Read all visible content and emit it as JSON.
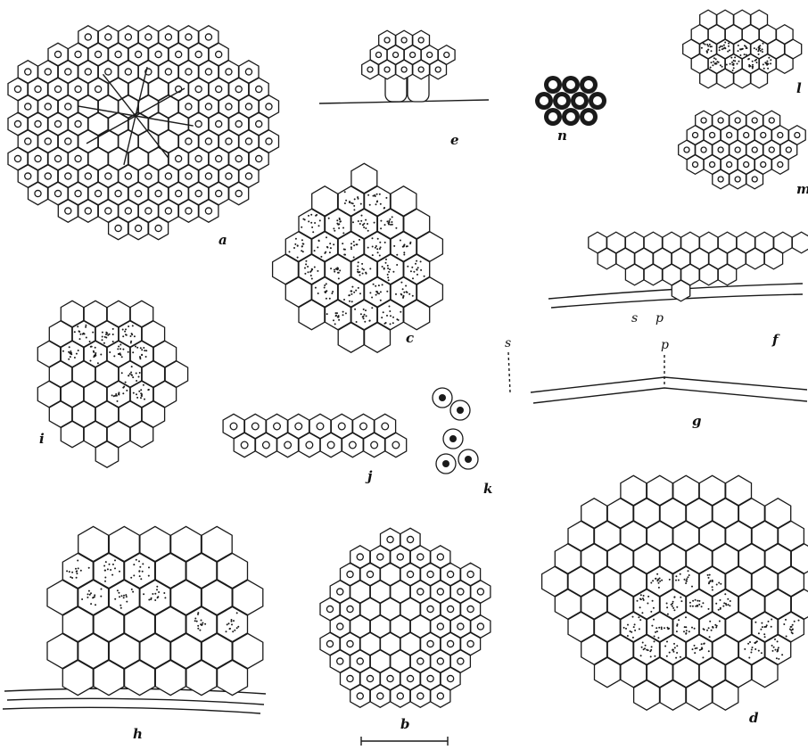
{
  "figure_labels": {
    "a": "a",
    "b": "b",
    "c": "c",
    "d": "d",
    "e": "e",
    "f": "f",
    "g": "g",
    "h": "h",
    "i": "i",
    "j": "j",
    "k": "k",
    "l": "l",
    "n": "n",
    "m": "m"
  },
  "annotations": {
    "f_s": "s",
    "f_p": "p",
    "g_s": "s",
    "g_p": "p"
  },
  "colors": {
    "ink": "#1a1a1a",
    "paper": "#ffffff"
  }
}
